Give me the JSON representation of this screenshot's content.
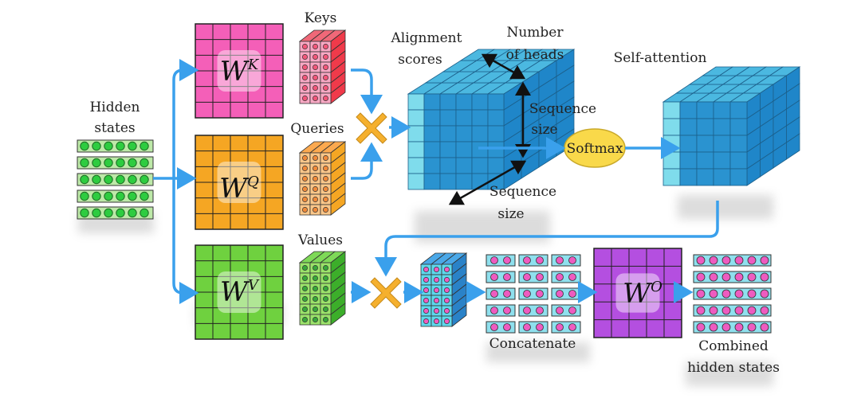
{
  "labels": {
    "hidden_states_1": "Hidden",
    "hidden_states_2": "states",
    "keys": "Keys",
    "queries": "Queries",
    "values": "Values",
    "alignment_1": "Alignment",
    "alignment_2": "scores",
    "heads_1": "Number",
    "heads_2": "of heads",
    "seq_right_1": "Sequence",
    "seq_right_2": "size",
    "seq_bottom_1": "Sequence",
    "seq_bottom_2": "size",
    "softmax": "Softmax",
    "self_attention": "Self-attention",
    "concatenate": "Concatenate",
    "combined_1": "Combined",
    "combined_2": "hidden states"
  },
  "weights": {
    "wk": {
      "base": "W",
      "sup": "K"
    },
    "wq": {
      "base": "W",
      "sup": "Q"
    },
    "wv": {
      "base": "W",
      "sup": "V"
    },
    "wo": {
      "base": "W",
      "sup": "O"
    }
  },
  "colors": {
    "arrow": "#3aa0ec",
    "hidden_green": "#2ecc40",
    "keys_pink": "#f45fb8",
    "keys_block": "#f03a4a",
    "queries_orange": "#f5a623",
    "values_green": "#6fd13f",
    "cube_blue": "#1f86c9",
    "cube_light": "#7fdcec",
    "softmax_yellow": "#f9d94a",
    "wo_purple": "#b44fe0",
    "token_pink": "#ee5bc0",
    "cross_orange": "#f5b02e"
  }
}
